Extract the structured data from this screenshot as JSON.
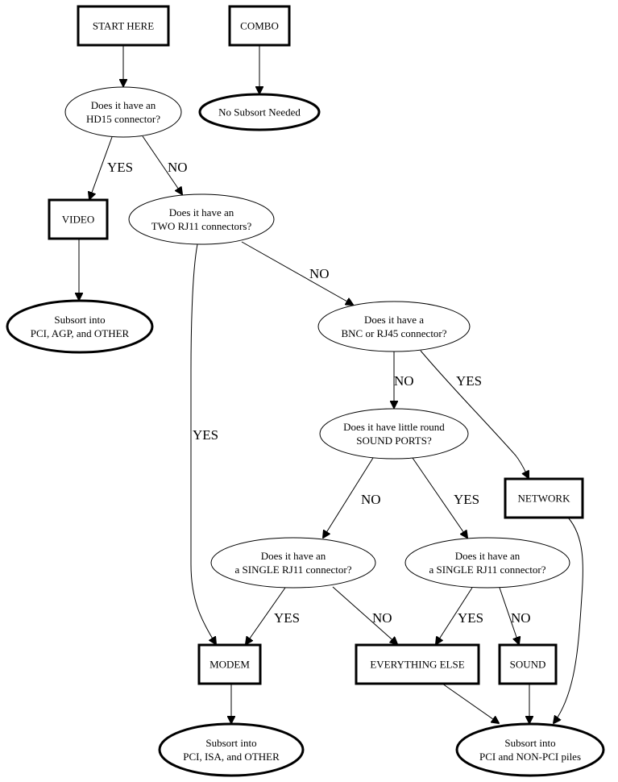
{
  "diagram": {
    "type": "flowchart",
    "nodes": {
      "start": {
        "shape": "box",
        "lines": [
          "START HERE"
        ]
      },
      "combo": {
        "shape": "box",
        "lines": [
          "COMBO"
        ]
      },
      "no_subsort": {
        "shape": "terminal",
        "lines": [
          "No Subsort Needed"
        ]
      },
      "q_hd15": {
        "shape": "decision",
        "lines": [
          "Does it have an",
          "HD15 connector?"
        ]
      },
      "video": {
        "shape": "box",
        "lines": [
          "VIDEO"
        ]
      },
      "video_subsort": {
        "shape": "terminal",
        "lines": [
          "Subsort into",
          "PCI, AGP, and OTHER"
        ]
      },
      "q_two_rj11": {
        "shape": "decision",
        "lines": [
          "Does it have an",
          "TWO RJ11 connectors?"
        ]
      },
      "q_bnc_rj45": {
        "shape": "decision",
        "lines": [
          "Does it have a",
          "BNC or RJ45 connector?"
        ]
      },
      "q_sound_ports": {
        "shape": "decision",
        "lines": [
          "Does it have little round",
          "SOUND PORTS?"
        ]
      },
      "network": {
        "shape": "box",
        "lines": [
          "NETWORK"
        ]
      },
      "q_single_rj11_a": {
        "shape": "decision",
        "lines": [
          "Does it have an",
          "a SINGLE RJ11 connector?"
        ]
      },
      "q_single_rj11_b": {
        "shape": "decision",
        "lines": [
          "Does it have an",
          "a SINGLE RJ11 connector?"
        ]
      },
      "modem": {
        "shape": "box",
        "lines": [
          "MODEM"
        ]
      },
      "everything_else": {
        "shape": "box",
        "lines": [
          "EVERYTHING ELSE"
        ]
      },
      "sound": {
        "shape": "box",
        "lines": [
          "SOUND"
        ]
      },
      "modem_subsort": {
        "shape": "terminal",
        "lines": [
          "Subsort into",
          "PCI, ISA, and OTHER"
        ]
      },
      "pci_subsort": {
        "shape": "terminal",
        "lines": [
          "Subsort into",
          "PCI and NON-PCI piles"
        ]
      }
    },
    "edges": [
      {
        "from": "start",
        "to": "q_hd15",
        "label": ""
      },
      {
        "from": "combo",
        "to": "no_subsort",
        "label": ""
      },
      {
        "from": "q_hd15",
        "to": "video",
        "label": "YES"
      },
      {
        "from": "q_hd15",
        "to": "q_two_rj11",
        "label": "NO"
      },
      {
        "from": "video",
        "to": "video_subsort",
        "label": ""
      },
      {
        "from": "q_two_rj11",
        "to": "q_bnc_rj45",
        "label": "NO"
      },
      {
        "from": "q_two_rj11",
        "to": "modem",
        "label": "YES"
      },
      {
        "from": "q_bnc_rj45",
        "to": "q_sound_ports",
        "label": "NO"
      },
      {
        "from": "q_bnc_rj45",
        "to": "network",
        "label": "YES"
      },
      {
        "from": "q_sound_ports",
        "to": "q_single_rj11_a",
        "label": "NO"
      },
      {
        "from": "q_sound_ports",
        "to": "q_single_rj11_b",
        "label": "YES"
      },
      {
        "from": "q_single_rj11_a",
        "to": "modem",
        "label": "YES"
      },
      {
        "from": "q_single_rj11_a",
        "to": "everything_else",
        "label": "NO"
      },
      {
        "from": "q_single_rj11_b",
        "to": "everything_else",
        "label": "YES"
      },
      {
        "from": "q_single_rj11_b",
        "to": "sound",
        "label": "NO"
      },
      {
        "from": "modem",
        "to": "modem_subsort",
        "label": ""
      },
      {
        "from": "everything_else",
        "to": "pci_subsort",
        "label": ""
      },
      {
        "from": "sound",
        "to": "pci_subsort",
        "label": ""
      },
      {
        "from": "network",
        "to": "pci_subsort",
        "label": ""
      }
    ]
  }
}
